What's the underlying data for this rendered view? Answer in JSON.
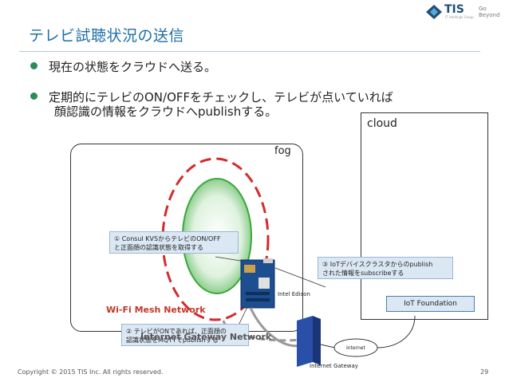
{
  "slide": {
    "title": "テレビ試聴状況の送信",
    "bullets": [
      "現在の状態をクラウドへ送る。",
      "定期的にテレビのON/OFFをチェックし、テレビが点いていれば"
    ],
    "bullet2_cont": "顔認識の情報をクラウドへpublishする。",
    "footer": "Copyright © 2015 TIS Inc. All rights reserved.",
    "page_number": "29"
  },
  "logo": {
    "name": "TIS",
    "subtext": "IT Holdings Group",
    "tagline": "Go Beyond"
  },
  "diagram": {
    "cloud_label": "cloud",
    "fog_label": "fog",
    "callout1": [
      "① Consul KVSからテレビのON/OFF",
      "と正面顔の認識状態を取得する"
    ],
    "callout2": [
      "② テレビがONであれば、正面顔の",
      "認識状態をMQTTでpublishする"
    ],
    "callout3": [
      "③ IoTデバイスクラスタからのpublish",
      "された情報をsubscribeする"
    ],
    "intel_edison": "Intel Edison",
    "iot_foundation": "IoT Foundation",
    "internet": "Internet",
    "internet_gateway": "Internet Gateway",
    "wifi_mesh_network": "Wi-Fi Mesh Network",
    "internet_gateway_network": "Internet Gateway Network"
  },
  "colors": {
    "title": "#1f6fa8",
    "bullet": "#2e8b57",
    "mesh_dash": "#d42b2b",
    "callout_fill": "#dbe8f4",
    "gateway_blue": "#2a4fa8"
  }
}
